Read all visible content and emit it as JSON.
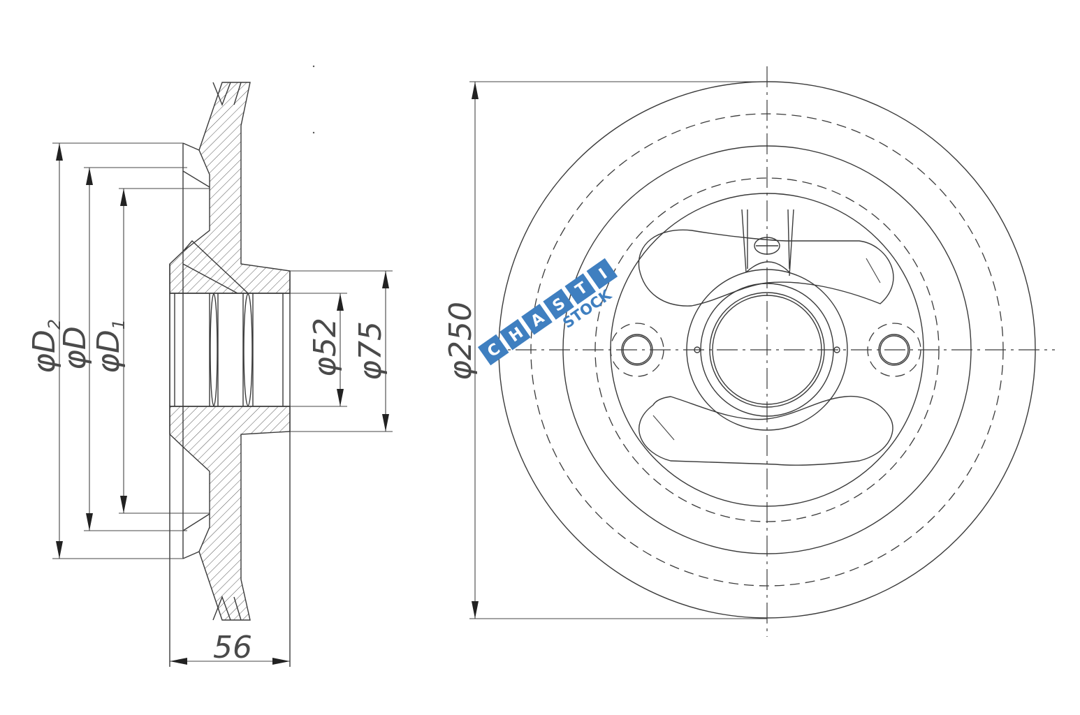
{
  "side_view": {
    "dimensions": {
      "d2": {
        "prefix": "φD",
        "sub": "2"
      },
      "d": {
        "prefix": "φD",
        "sub": ""
      },
      "d1": {
        "prefix": "φD",
        "sub": "1"
      },
      "bore": "φ52",
      "hub": "φ75",
      "width": "56"
    }
  },
  "front_view": {
    "dimensions": {
      "outer": "φ250"
    }
  },
  "watermark": {
    "letters": [
      "C",
      "H",
      "A",
      "S",
      "T",
      "I"
    ],
    "sub": "STOCK",
    "color": "#3f7fc0"
  }
}
